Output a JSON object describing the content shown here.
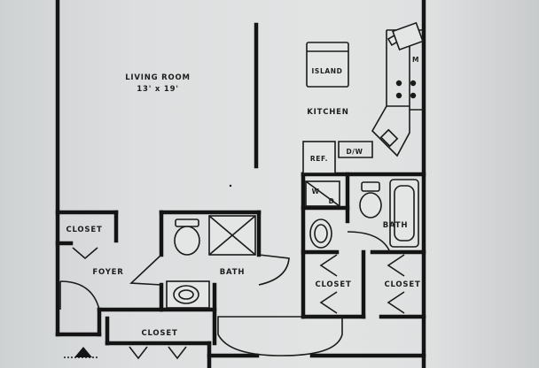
{
  "rooms": {
    "living_room": {
      "label": "LIVING ROOM",
      "size": "13' x 19'"
    },
    "kitchen": "KITCHEN",
    "island": "ISLAND",
    "refrigerator": "REF.",
    "dishwasher": "D/W",
    "microwave": "M",
    "washer_dryer_w": "W",
    "washer_dryer_d": "D",
    "bath_1": "BATH",
    "bath_2": "BATH",
    "closet_1": "CLOSET",
    "closet_2": "CLOSET",
    "closet_3": "CLOSET",
    "closet_4": "CLOSET",
    "foyer": "FOYER"
  }
}
